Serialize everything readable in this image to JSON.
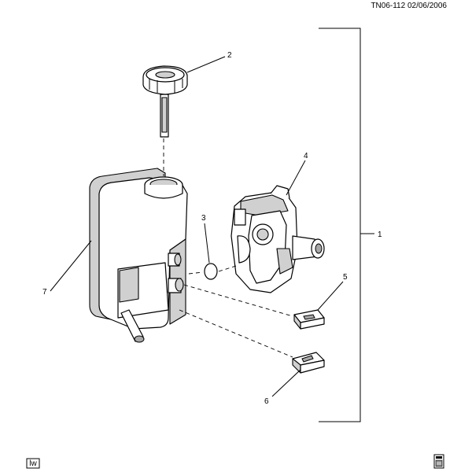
{
  "header": {
    "drawing_id": "TN06-112 02/06/2006"
  },
  "callouts": [
    {
      "id": "1",
      "label": "1"
    },
    {
      "id": "2",
      "label": "2"
    },
    {
      "id": "3",
      "label": "3"
    },
    {
      "id": "4",
      "label": "4"
    },
    {
      "id": "5",
      "label": "5"
    },
    {
      "id": "6",
      "label": "6"
    },
    {
      "id": "7",
      "label": "7"
    }
  ],
  "footer": {
    "badge_text": "lw"
  },
  "icons": {
    "footer_right": "document-box-icon"
  }
}
